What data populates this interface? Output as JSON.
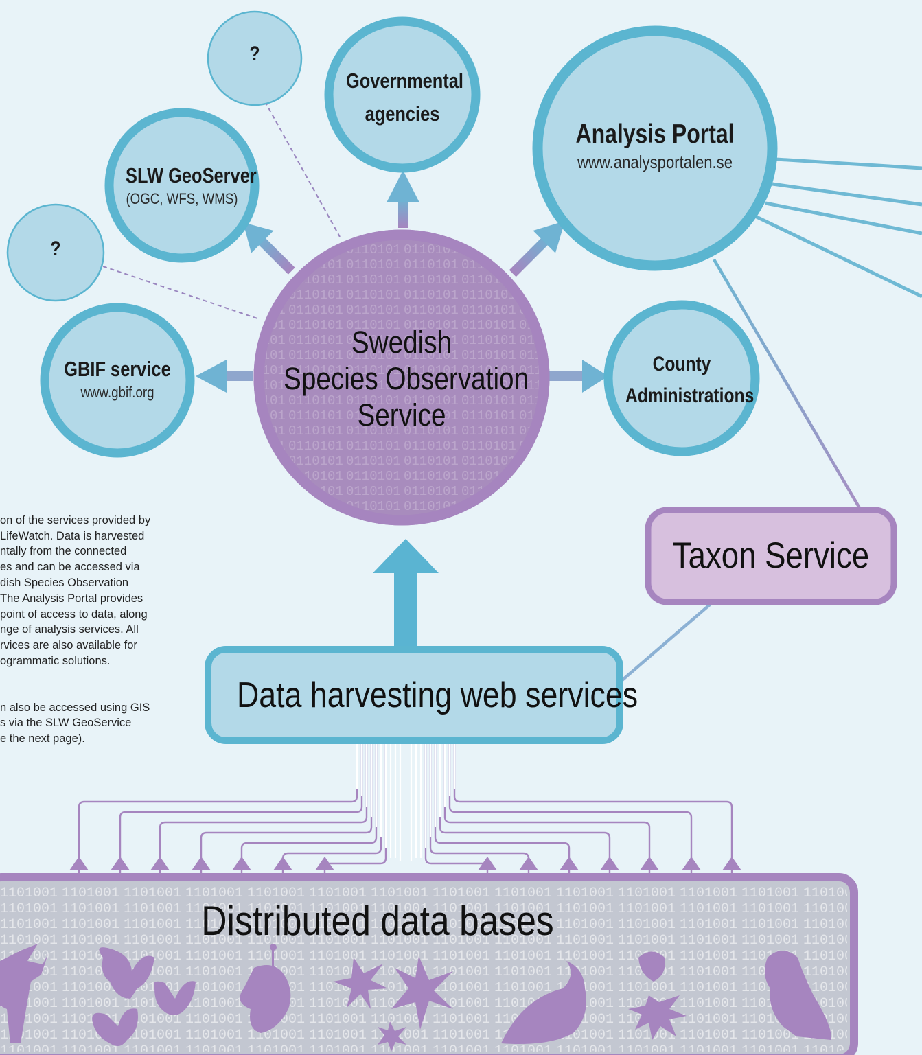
{
  "center": {
    "title": "Swedish Species Observation Service",
    "line1": "Swedish",
    "line2": "Species Observation",
    "line3": "Service"
  },
  "nodes": {
    "governmental": {
      "line1": "Governmental",
      "line2": "agencies"
    },
    "analysis_portal": {
      "title": "Analysis Portal",
      "url": "www.analysportalen.se"
    },
    "slw_geoserver": {
      "title": "SLW GeoServer",
      "sub": "(OGC, WFS, WMS)"
    },
    "gbif": {
      "title": "GBIF service",
      "url": "www.gbif.org"
    },
    "county": {
      "line1": "County",
      "line2": "Administrations"
    },
    "unknown_top": {
      "label": "?"
    },
    "unknown_left": {
      "label": "?"
    }
  },
  "taxon_service": {
    "label": "Taxon Service"
  },
  "harvesting": {
    "label": "Data harvesting web services"
  },
  "databases": {
    "label": "Distributed data bases"
  },
  "caption": {
    "paragraph1": "on of the services provided by\n LifeWatch. Data is harvested\nntally from the connected\nes and can be accessed via\ndish Species Observation\nThe Analysis Portal provides\npoint of access to data, along\nnge of analysis services. All\nrvices are also available for\nogrammatic solutions.",
    "paragraph2": "n also be accessed using GIS\ns via the SLW GeoService\ne the next page)."
  },
  "colors": {
    "background": "#e8f3f8",
    "blue_fill": "#b3d9e8",
    "blue_stroke": "#5bb5d0",
    "purple_fill": "#d7c0de",
    "purple_stroke": "#a685bf",
    "center_fill": "#a88cbd",
    "db_fill": "#c3c7d1"
  }
}
